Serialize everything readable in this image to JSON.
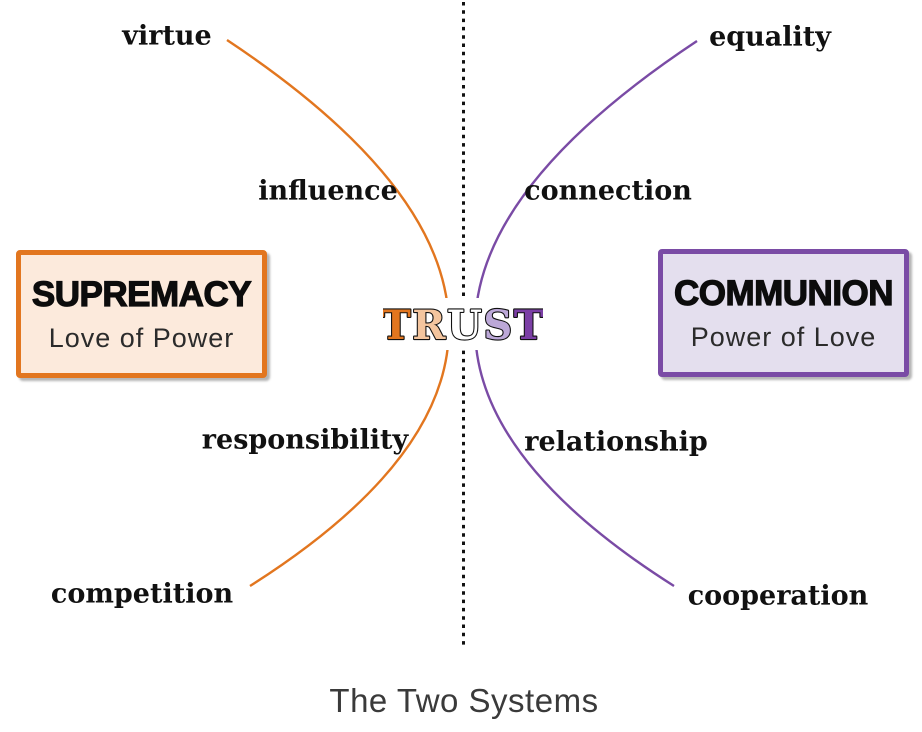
{
  "title": "The Two Systems",
  "divider": {
    "style": "dotted",
    "color": "#111111"
  },
  "center": {
    "word": "TRUST",
    "letters": [
      {
        "char": "T",
        "color": "#e2761f"
      },
      {
        "char": "R",
        "color": "#f4c59e"
      },
      {
        "char": "U",
        "color": "#ffffff"
      },
      {
        "char": "S",
        "color": "#bca8d8"
      },
      {
        "char": "T",
        "color": "#7b3fa5"
      }
    ]
  },
  "left_system": {
    "name": "SUPREMACY",
    "subtitle": "Love of Power",
    "color": "#e2761f",
    "fill": "#fceadc",
    "labels": {
      "top": "virtue",
      "upper_mid": "influence",
      "lower_mid": "responsibility",
      "bottom": "competition"
    }
  },
  "right_system": {
    "name": "COMMUNION",
    "subtitle": "Power of Love",
    "color": "#7a4ba5",
    "fill": "#e4dfee",
    "labels": {
      "top": "equality",
      "upper_mid": "connection",
      "lower_mid": "relationship",
      "bottom": "cooperation"
    }
  }
}
